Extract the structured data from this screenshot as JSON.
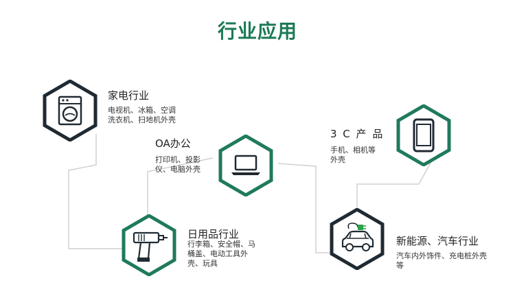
{
  "page": {
    "title": "行业应用"
  },
  "colors": {
    "title": "#1a7a55",
    "green": "#1f7a5b",
    "dark": "#1f2a33",
    "line": "#d0d0d0"
  },
  "items": [
    {
      "title": "家电行业",
      "desc": "电视机、冰箱、空调洗衣机、扫地机外壳",
      "icon": "washing-machine-icon"
    },
    {
      "title": "OA办公",
      "desc": "打印机、投影仪、电脑外壳",
      "icon": "laptop-icon"
    },
    {
      "title": "3 C 产 品",
      "desc": "手机、相机等外壳",
      "icon": "smartphone-icon"
    },
    {
      "title": "日用品行业",
      "desc": "行李箱、安全帽、马桶盖、电动工具外壳、玩具",
      "icon": "power-drill-icon"
    },
    {
      "title": "新能源、汽车行业",
      "desc": "汽车内外饰件、充电桩外壳等",
      "icon": "electric-car-icon"
    }
  ]
}
